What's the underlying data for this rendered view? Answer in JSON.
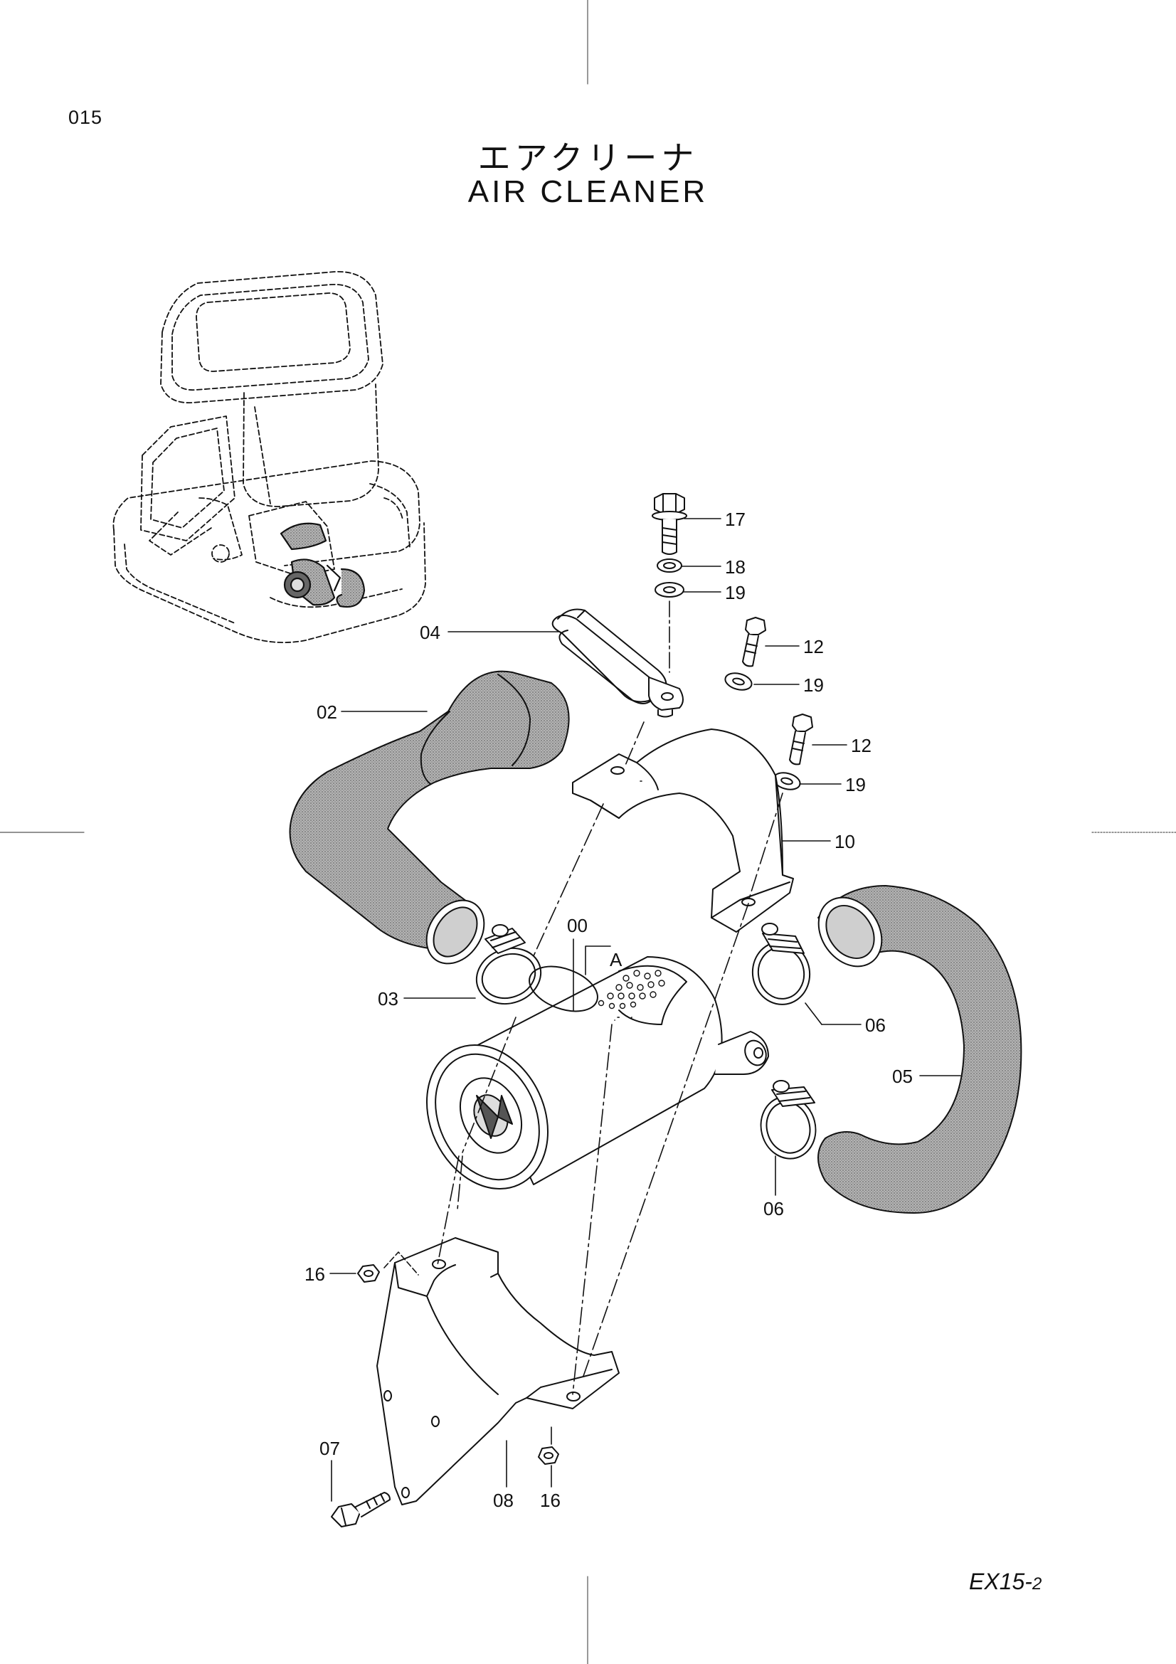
{
  "page": {
    "page_number": "015",
    "title_jp": "エアクリーナ",
    "title_en": "AIR  CLEANER",
    "model_code": "EX15-",
    "model_code_suffix": "2"
  },
  "callouts": [
    {
      "id": "c17",
      "label": "17"
    },
    {
      "id": "c18",
      "label": "18"
    },
    {
      "id": "c19a",
      "label": "19"
    },
    {
      "id": "c04",
      "label": "04"
    },
    {
      "id": "c12a",
      "label": "12"
    },
    {
      "id": "c19b",
      "label": "19"
    },
    {
      "id": "c02",
      "label": "02"
    },
    {
      "id": "c12b",
      "label": "12"
    },
    {
      "id": "c19c",
      "label": "19"
    },
    {
      "id": "c10",
      "label": "10"
    },
    {
      "id": "c00",
      "label": "00"
    },
    {
      "id": "cA",
      "label": "A"
    },
    {
      "id": "c03",
      "label": "03"
    },
    {
      "id": "c06a",
      "label": "06"
    },
    {
      "id": "c05",
      "label": "05"
    },
    {
      "id": "c06b",
      "label": "06"
    },
    {
      "id": "c16a",
      "label": "16"
    },
    {
      "id": "c07",
      "label": "07"
    },
    {
      "id": "c08",
      "label": "08"
    },
    {
      "id": "c16b",
      "label": "16"
    }
  ],
  "colors": {
    "line": "#111111",
    "hose_fill": "#a9a9a9",
    "paper": "#ffffff"
  }
}
